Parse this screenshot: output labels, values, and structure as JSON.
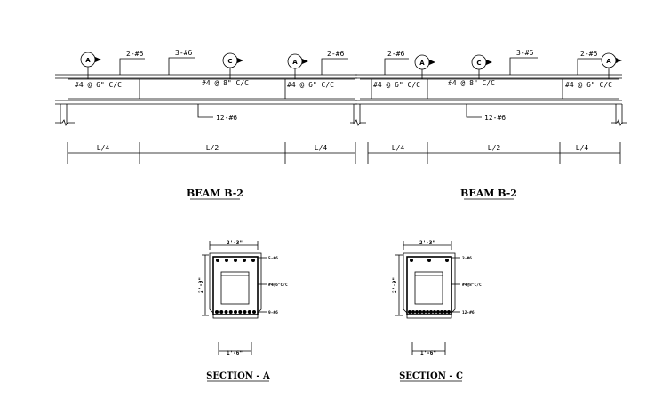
{
  "beams": [
    {
      "title": "BEAM B-2",
      "markers": [
        "A",
        "C",
        "A"
      ],
      "top_bars": [
        "2-#6",
        "3-#6",
        "2-#6"
      ],
      "stirrups": [
        "#4 @ 6\" C/C",
        "#4 @ 8\" C/C",
        "#4 @ 6\" C/C"
      ],
      "bottom_bars": "12-#6",
      "spans": [
        "L/4",
        "L/2",
        "L/4"
      ]
    },
    {
      "title": "BEAM B-2",
      "markers": [
        "A",
        "C",
        "A"
      ],
      "top_bars": [
        "2-#6",
        "3-#6",
        "2-#6"
      ],
      "stirrups": [
        "#4 @ 6\" C/C",
        "#4 @ 8\" C/C",
        "#4 @ 6\" C/C"
      ],
      "bottom_bars": "12-#6",
      "spans": [
        "L/4",
        "L/2",
        "L/4"
      ]
    }
  ],
  "sections": [
    {
      "title": "SECTION - A",
      "width": "2'-3\"",
      "depth": "2'-9\"",
      "web": "1'-6\"",
      "top_label": "5-#6",
      "stirrup_label": "#4@6\"C/C",
      "bottom_label": "9-#6",
      "top_count": 5,
      "bottom_count": 9
    },
    {
      "title": "SECTION - C",
      "width": "2'-3\"",
      "depth": "2'-9\"",
      "web": "1'-6\"",
      "top_label": "3-#6",
      "stirrup_label": "#4@8\"C/C",
      "bottom_label": "12-#6",
      "top_count": 3,
      "bottom_count": 12
    }
  ]
}
